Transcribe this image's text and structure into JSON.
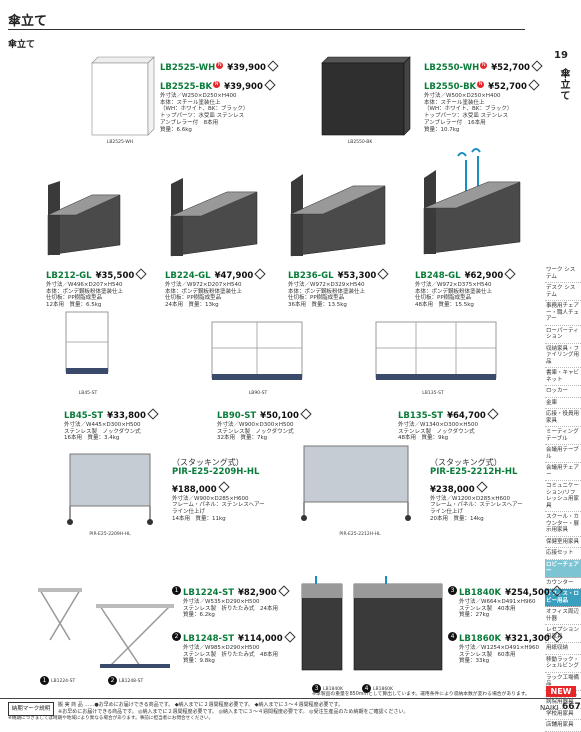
{
  "header": {
    "title": "傘立て",
    "subtitle": "傘立て"
  },
  "side": {
    "number": "19",
    "label": "傘立て",
    "categories": [
      "ワーク システム",
      "デスク システム",
      "事務用チェアー・職人チェアー",
      "ローパーティション",
      "収納家具・ファイリング用品",
      "書庫・キャビネット",
      "ロッカー",
      "金庫",
      "応接・役員用家具",
      "ミーティングテーブル",
      "会議用テーブル",
      "会議用チェアー",
      "コミュニケーション/リフレッシュ用家具",
      "スクール・カウンター・展示用家具",
      "保健室用家具",
      "応接セット",
      "ロビーチェアー",
      "カウンター",
      "オフィス・ロビー用品",
      "オフィス周辺什器",
      "レセプション用家具",
      "用紙収納",
      "移動ラック・シェルビング",
      "ラック工場備品",
      "病院用家具・病院用器具",
      "学校用家具",
      "店舗用家具"
    ],
    "new_label": "NEW"
  },
  "products": [
    {
      "model": "LB2525-WH",
      "price": "¥39,900",
      "badge": "N",
      "model2": "LB2525-BK",
      "price2": "¥39,900",
      "badge2": "N",
      "specs": [
        "外寸法／W250×D250×H400",
        "本体：スチール塗装仕上",
        "（WH：ホワイト、BK：ブラック）",
        "トップパーツ：水受皿 ステンレス",
        "アンブレラー付　8本用",
        "質量：6.6kg"
      ],
      "img_label": "LB2525-WH"
    },
    {
      "model": "LB2550-WH",
      "price": "¥52,700",
      "badge": "N",
      "model2": "LB2550-BK",
      "price2": "¥52,700",
      "badge2": "N",
      "specs": [
        "外寸法／W500×D250×H400",
        "本体：スチール塗装仕上",
        "（WH：ホワイト、BK：ブラック）",
        "トップパーツ：水受皿 ステンレス",
        "アンブレラー付　16本用",
        "質量：10.7kg"
      ],
      "img_label": "LB2550-BK"
    },
    {
      "model": "LB212-GL",
      "price": "¥35,500",
      "specs": [
        "外寸法／W496×D207×H540",
        "本体：ポンデ鋼板粉体塗装仕上",
        "仕切板：PP樹脂成型品",
        "12本用　質量：6.5kg"
      ],
      "img_label": ""
    },
    {
      "model": "LB224-GL",
      "price": "¥47,900",
      "specs": [
        "外寸法／W972×D207×H540",
        "本体：ポンデ鋼板粉体塗装仕上",
        "仕切板：PP樹脂成型品",
        "24本用　質量：13kg"
      ],
      "img_label": ""
    },
    {
      "model": "LB236-GL",
      "price": "¥53,300",
      "specs": [
        "外寸法／W972×D329×H540",
        "本体：ポンデ鋼板粉体塗装仕上",
        "仕切板：PP樹脂成型品",
        "36本用　質量：13.5kg"
      ],
      "img_label": ""
    },
    {
      "model": "LB248-GL",
      "price": "¥62,900",
      "specs": [
        "外寸法／W972×D375×H540",
        "本体：ポンデ鋼板粉体塗装仕上",
        "仕切板：PP樹脂成型品",
        "48本用　質量：15.5kg"
      ],
      "img_label": ""
    },
    {
      "model": "LB45-ST",
      "price": "¥33,800",
      "specs": [
        "外寸法／W445×D300×H500",
        "ステンレス製　ノックダウン式",
        "16本用　質量：3.4kg"
      ],
      "img_label": "LB45-ST"
    },
    {
      "model": "LB90-ST",
      "price": "¥50,100",
      "specs": [
        "外寸法／W900×D300×H500",
        "ステンレス製　ノックダウン式",
        "32本用　質量：7kg"
      ],
      "img_label": "LB90-ST"
    },
    {
      "model": "LB135-ST",
      "price": "¥64,700",
      "specs": [
        "外寸法／W1340×D300×H500",
        "ステンレス製　ノックダウン式",
        "48本用　質量：9kg"
      ],
      "img_label": "LB135-ST"
    },
    {
      "note": "（スタッキング式）",
      "model": "PIR-E25-2209H-HL",
      "price": "¥188,000",
      "specs": [
        "外寸法／W900×D285×H600",
        "フレーム・パネル：ステンレスヘアー",
        "ライン仕上げ",
        "14本用　質量：11kg"
      ],
      "img_label": "PIR-E25-2209H-HL"
    },
    {
      "note": "（スタッキング式）",
      "model": "PIR-E25-2212H-HL",
      "price": "¥238,000",
      "specs": [
        "外寸法／W1200×D285×H600",
        "フレーム・パネル：ステンレスヘアー",
        "ライン仕上げ",
        "20本用　質量：14kg"
      ],
      "img_label": "PIR-E25-2212H-HL"
    },
    {
      "num": "1",
      "model": "LB1224-ST",
      "price": "¥82,900",
      "specs": [
        "外寸法／W535×D290×H500",
        "ステンレス製　折りたたみ式　24本用",
        "質量：6.2kg"
      ],
      "img_label": "LB1224-ST"
    },
    {
      "num": "2",
      "model": "LB1248-ST",
      "price": "¥114,000",
      "specs": [
        "外寸法／W985×D290×H500",
        "ステンレス製　折りたたみ式　48本用",
        "質量：9.8kg"
      ],
      "img_label": "LB1248-ST"
    },
    {
      "num": "3",
      "model": "LB1840K",
      "price": "¥254,500",
      "specs": [
        "外寸法／W664×D491×H960",
        "ステンレス製　40本用",
        "質量：27kg"
      ],
      "img_label": "LB1840K"
    },
    {
      "num": "4",
      "model": "LB1860K",
      "price": "¥321,300",
      "specs": [
        "外寸法／W1254×D491×H960",
        "ステンレス製　60本用",
        "質量：33kg"
      ],
      "img_label": "LB1860K"
    }
  ],
  "footer": {
    "note_top": "※本製品の重量を850mmとして算出しています。運用条件により収納本数が変わる場合があります。",
    "legend": "納期マーク説明",
    "legend_row1": "搬 実 商 品 ……●お早めにお届けできる商品です。 ◆納入までに２週間程度必要です。 ◆納入までに３～４週間程度必要です。",
    "legend_row2": "※お早めにお届けできる商品です。 ◎納入までに２週間程度必要です。 ◎納入までに３～４週間程度必要です。 ◎受注生産品のため納期をご確認ください。",
    "legend_row3": "※納期につきましては時期や地域により異なる場合があります。事前に担当者にお問合せください。",
    "brand": "NAIKI",
    "page": "667"
  }
}
